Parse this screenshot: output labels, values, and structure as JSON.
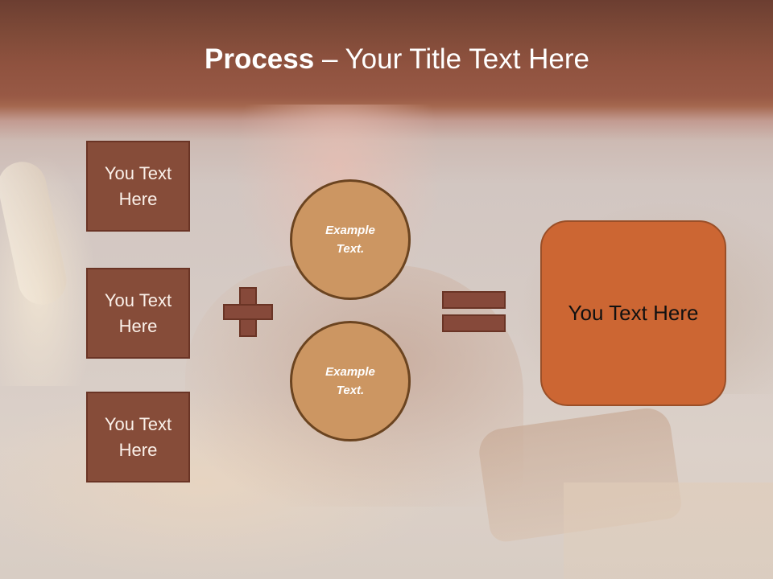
{
  "slide": {
    "title": {
      "bold": "Process",
      "rest": " – Your Title Text Here"
    },
    "left_boxes": [
      {
        "label": "You Text Here"
      },
      {
        "label": "You Text Here"
      },
      {
        "label": "You Text Here"
      }
    ],
    "operators": {
      "plus": "plus-sign",
      "equals": "equals-sign"
    },
    "circles": [
      {
        "label": "Example Text."
      },
      {
        "label": "Example Text."
      }
    ],
    "result_box": {
      "label": "You Text Here"
    },
    "colors": {
      "header_band": "#8f523f",
      "box_fill": "#864c39",
      "box_border": "#6a3425",
      "circle_fill": "#cc9662",
      "circle_border": "#6b4420",
      "result_fill": "#cc6633",
      "result_border": "#9a4f28"
    }
  }
}
